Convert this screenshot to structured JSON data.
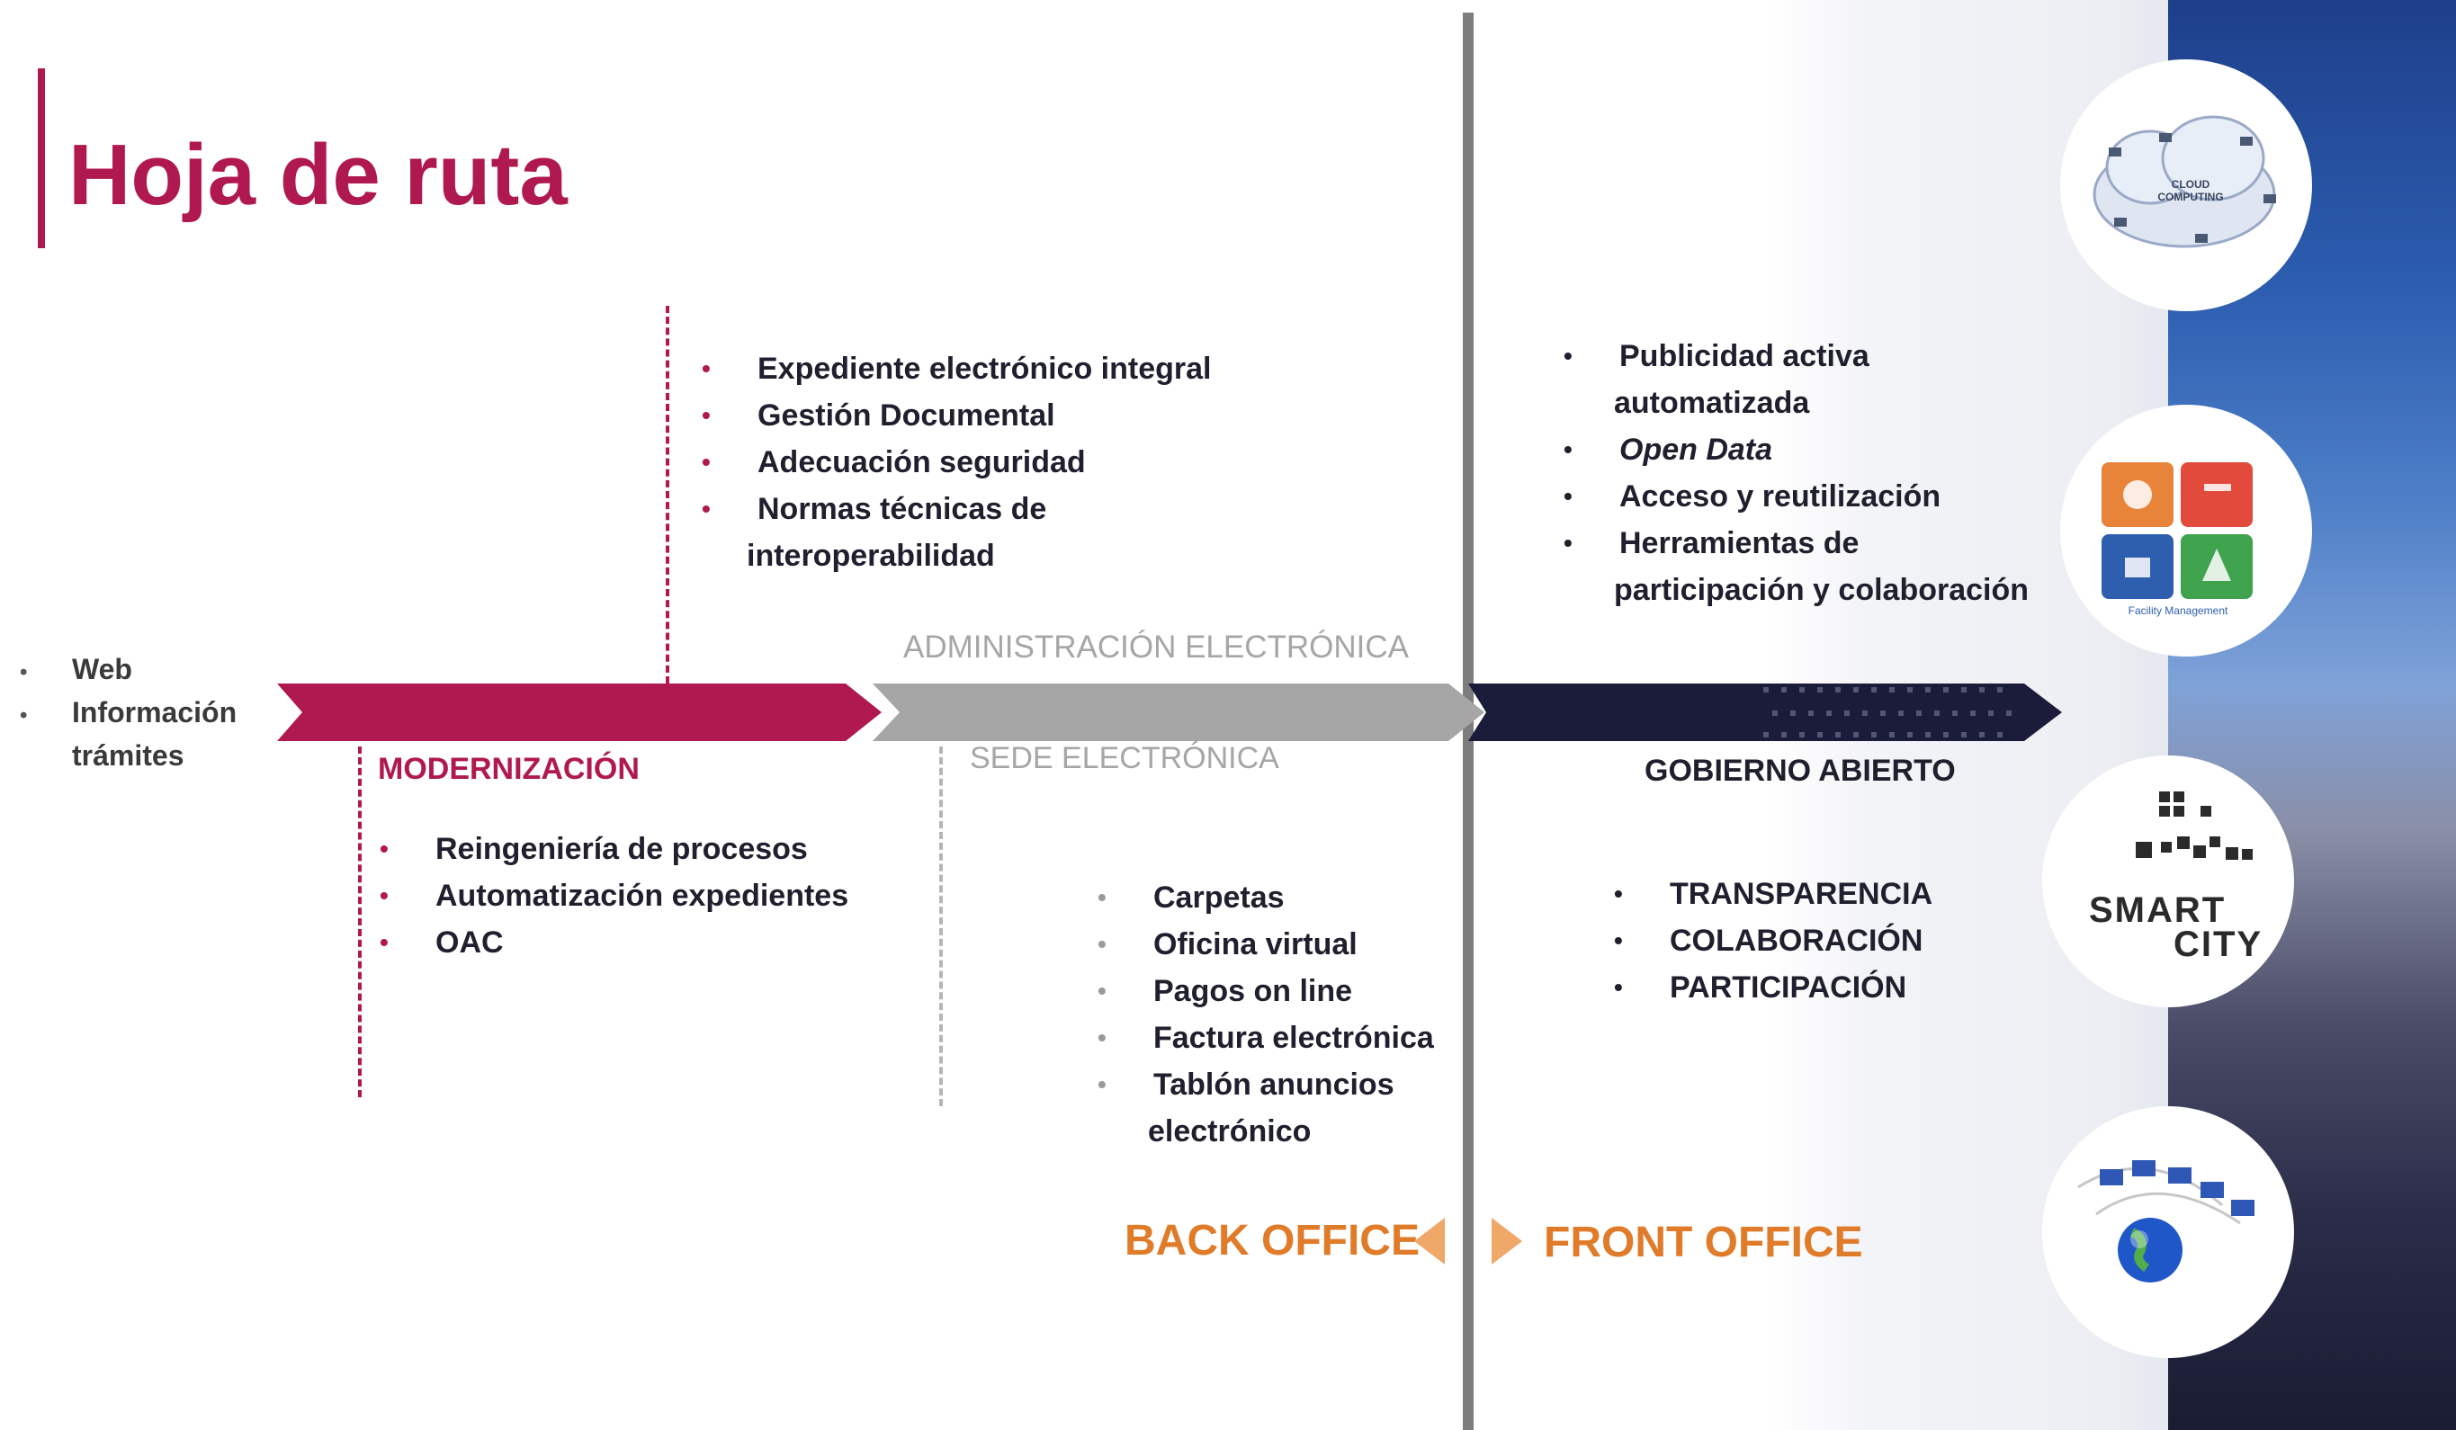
{
  "title": "Hoja de ruta",
  "left_items": [
    "Web",
    "Información",
    "trámites"
  ],
  "phases": {
    "modernizacion": "MODERNIZACIÓN",
    "admin": "ADMINISTRACIÓN ELECTRÓNICA",
    "sede": "SEDE ELECTRÓNICA",
    "gobierno": "GOBIERNO ABIERTO"
  },
  "top_items": [
    "Expediente electrónico integral",
    "Gestión Documental",
    "Adecuación seguridad",
    "Normas técnicas de",
    "interoperabilidad"
  ],
  "mod_items": [
    "Reingeniería de procesos",
    "Automatización expedientes",
    "OAC"
  ],
  "sede_items": [
    "Carpetas",
    "Oficina virtual",
    "Pagos on line",
    "Factura electrónica",
    "Tablón anuncios",
    "electrónico"
  ],
  "open_top_items": [
    "Publicidad activa",
    "automatizada",
    "Open Data",
    "Acceso y reutilización",
    "Herramientas de",
    "participación y colaboración"
  ],
  "open_items": [
    "TRANSPARENCIA",
    "COLABORACIÓN",
    "PARTICIPACIÓN"
  ],
  "back_office": "BACK OFFICE",
  "front_office": "FRONT OFFICE",
  "icons": {
    "cloud_text": "CLOUD COMPUTING",
    "smart": "SMART",
    "city": "CITY",
    "apps_caption": "Facility Management"
  },
  "colors": {
    "brand": "#b0194f",
    "navy": "#1b1b3a",
    "grey": "#a6a6a6",
    "orange": "#e07b2a"
  }
}
